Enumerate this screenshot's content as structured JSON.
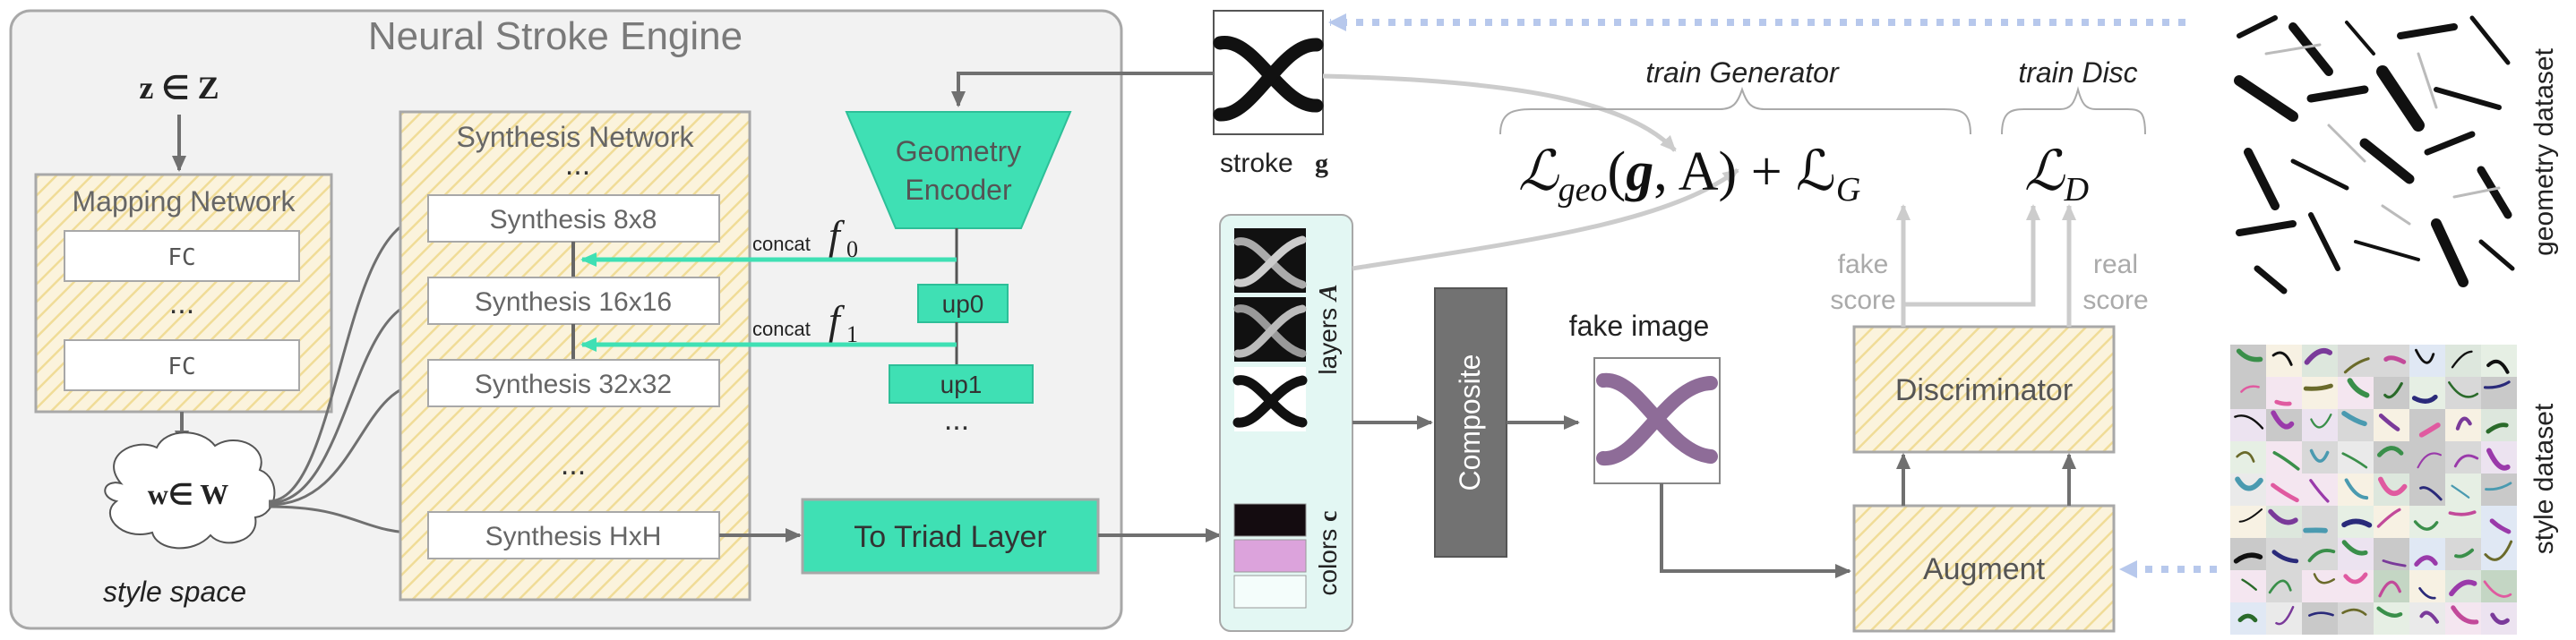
{
  "engine": {
    "title": "Neural Stroke Engine",
    "z_label": "z ∈ Z",
    "mapping_title": "Mapping Network",
    "fc_top": "FC",
    "fc_dots": "...",
    "fc_bottom": "FC",
    "w_label": "w∈ W",
    "style_space": "style space",
    "synthesis_title": "Synthesis Network",
    "synth_dots_top": "...",
    "synth_8": "Synthesis 8x8",
    "synth_16": "Synthesis 16x16",
    "synth_32": "Synthesis 32x32",
    "synth_dots_mid": "...",
    "synth_hxh": "Synthesis HxH",
    "encoder_line1": "Geometry",
    "encoder_line2": "Encoder",
    "up0": "up0",
    "up1": "up1",
    "up_dots": "...",
    "concat0": "concat",
    "f0": "f",
    "f0_sub": "0",
    "concat1": "concat",
    "f1": "f",
    "f1_sub": "1",
    "triad": "To Triad Layer"
  },
  "right": {
    "stroke_label": "stroke",
    "stroke_var": "g",
    "layers_label": "layers",
    "layers_var": "A",
    "colors_label": "colors",
    "colors_var": "c",
    "composite": "Composite",
    "fake_image": "fake image",
    "discriminator": "Discriminator",
    "augment": "Augment",
    "fake_score_1": "fake",
    "fake_score_2": "score",
    "real_score_1": "real",
    "real_score_2": "score",
    "train_gen_1": "train",
    "train_gen_2": "Generator",
    "train_disc_1": "train",
    "train_disc_2": "Disc",
    "loss_geo": "ℒ",
    "loss_geo_sub": "geo",
    "loss_geo_args_1": "(",
    "loss_geo_g": "g",
    "loss_geo_args_2": ", A) + ℒ",
    "loss_g_sub": "G",
    "loss_d": "ℒ",
    "loss_d_sub": "D",
    "geometry_dataset": "geometry dataset",
    "style_dataset": "style dataset"
  },
  "colors": {
    "teal": "#3fe0b4",
    "hatch_bg": "#fbf3dc",
    "hatch_line": "#f0dc97",
    "panel_bg": "#f2f2f2",
    "panel_border": "#a8a8a8",
    "arrow": "#707070",
    "light_arrow": "#cccccc",
    "dotted": "#b7c8ec",
    "layers_panel": "#e3f7f3",
    "composite_fill": "#727272",
    "swatch_black": "#140c10",
    "swatch_pink": "#dca3dc",
    "swatch_white": "#f4fdfb",
    "stroke_purple": "#8e6c98"
  }
}
